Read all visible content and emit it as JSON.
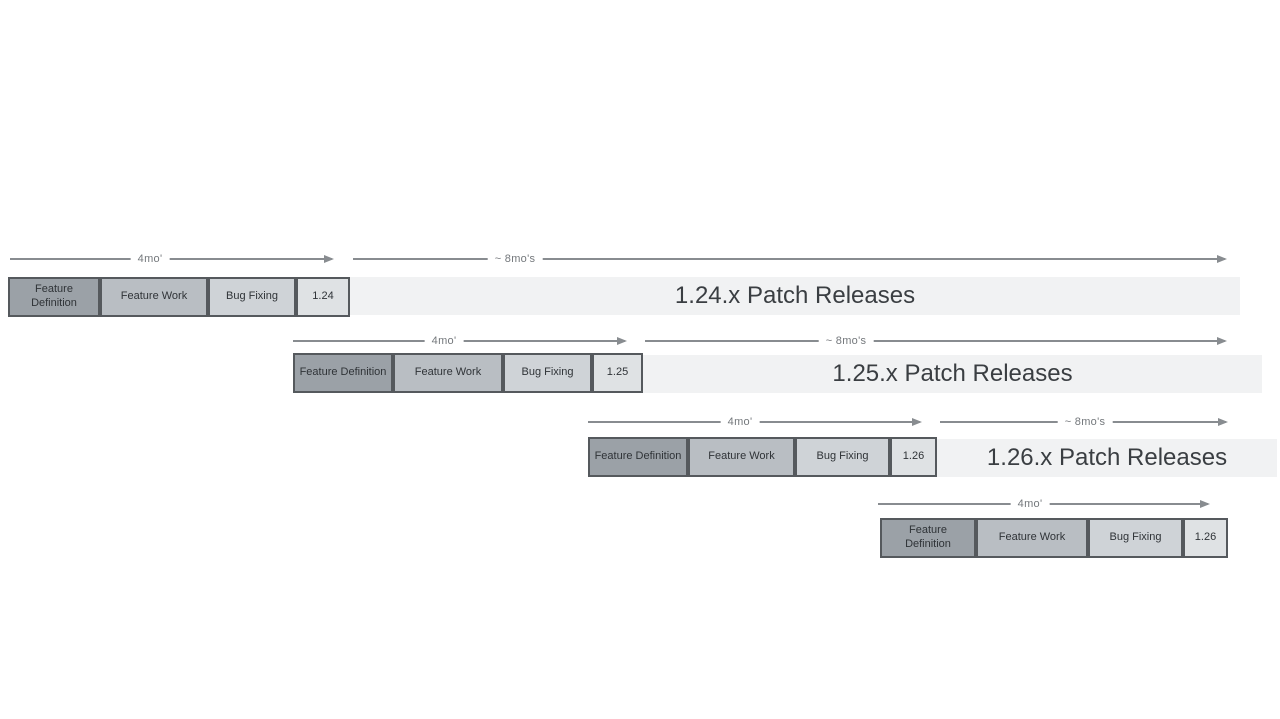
{
  "rows": [
    {
      "dev_duration": "4mo'",
      "patch_duration": "~ 8mo's",
      "phases": {
        "definition": "Feature Definition",
        "work": "Feature Work",
        "bugfix": "Bug Fixing"
      },
      "version": "1.24",
      "patch_label": "1.24.x Patch Releases"
    },
    {
      "dev_duration": "4mo'",
      "patch_duration": "~ 8mo's",
      "phases": {
        "definition": "Feature Definition",
        "work": "Feature Work",
        "bugfix": "Bug Fixing"
      },
      "version": "1.25",
      "patch_label": "1.25.x Patch Releases"
    },
    {
      "dev_duration": "4mo'",
      "patch_duration": "~ 8mo's",
      "phases": {
        "definition": "Feature Definition",
        "work": "Feature Work",
        "bugfix": "Bug Fixing"
      },
      "version": "1.26",
      "patch_label": "1.26.x Patch Releases"
    },
    {
      "dev_duration": "4mo'",
      "phases": {
        "definition": "Feature Definition",
        "work": "Feature Work",
        "bugfix": "Bug Fixing"
      },
      "version": "1.26"
    }
  ],
  "colors": {
    "feature_definition_bg": "#9ba1a7",
    "feature_work_bg": "#b9bec3",
    "bug_fixing_bg": "#cfd3d7",
    "version_bg": "#dfe2e4",
    "patch_bar_bg": "#f1f2f3",
    "box_border": "#55595d",
    "arrow_line": "#888c90",
    "label_text": "#74787c",
    "box_text": "#2f3337",
    "patch_text": "#3a3e42"
  }
}
